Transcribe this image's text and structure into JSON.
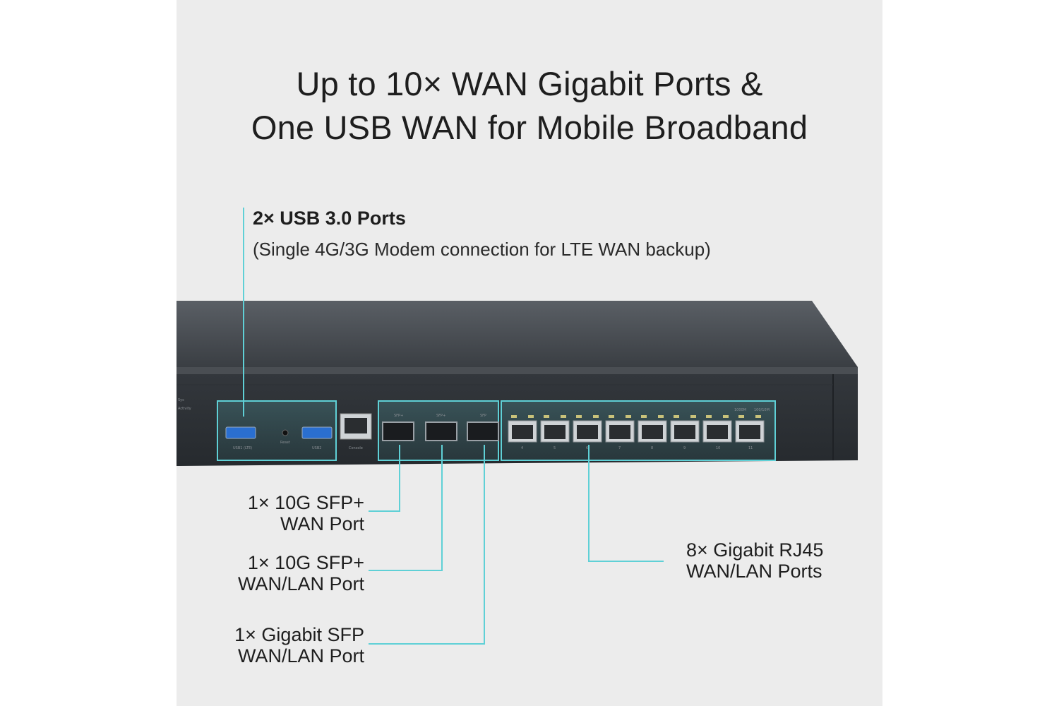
{
  "headline": {
    "line1": "Up to 10× WAN Gigabit Ports &",
    "line2": "One USB WAN for Mobile Broadband"
  },
  "usb_callout": {
    "title": "2× USB 3.0 Ports",
    "subtitle": "(Single 4G/3G Modem connection for LTE WAN backup)"
  },
  "callouts": {
    "sfp_wan": {
      "line1": "1× 10G SFP+",
      "line2": "WAN Port"
    },
    "sfp_wanlan": {
      "line1": "1× 10G SFP+",
      "line2": "WAN/LAN Port"
    },
    "gig_sfp": {
      "line1": "1× Gigabit SFP",
      "line2": "WAN/LAN Port"
    },
    "rj45": {
      "line1": "8× Gigabit RJ45",
      "line2": "WAN/LAN Ports"
    }
  },
  "device_labels": {
    "usb1": "USB1 (LTE)",
    "usb2": "USB2",
    "reset": "Reset",
    "console": "Console",
    "sfp1": "SFP+",
    "sfp2": "SFP+",
    "sfp3": "SFP",
    "speed1": "1000M",
    "speed2": "100/10M",
    "status1": "Sys",
    "status2": "Activity",
    "rj45_ports": [
      "4",
      "5",
      "6",
      "7",
      "8",
      "9",
      "10",
      "11"
    ]
  },
  "colors": {
    "accent": "#5fd0d6",
    "device_body": "#3a3f44",
    "background": "#ececec"
  }
}
